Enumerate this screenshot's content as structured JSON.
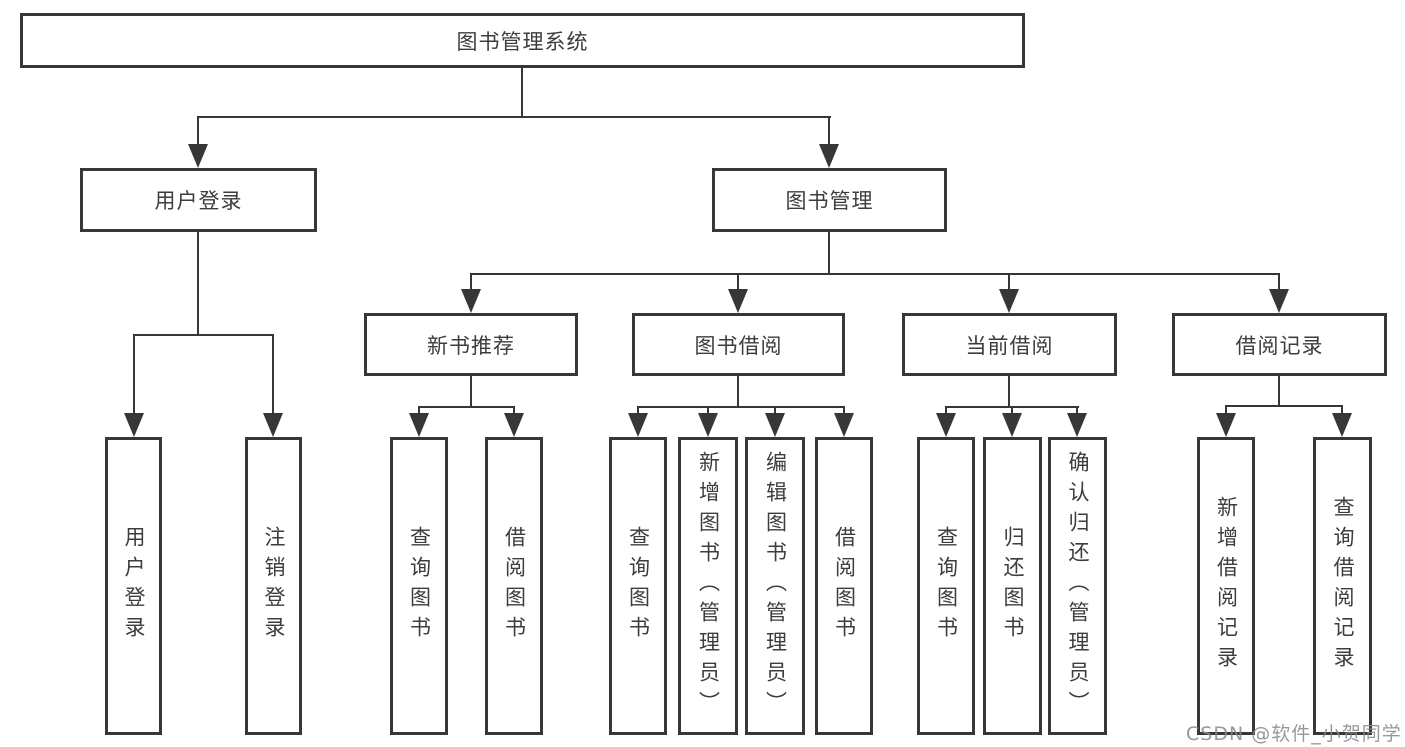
{
  "diagram": {
    "title": "图书管理系统",
    "branches": [
      {
        "label": "用户登录",
        "children": [
          "用户登录",
          "注销登录"
        ]
      },
      {
        "label": "图书管理",
        "sections": [
          {
            "label": "新书推荐",
            "children": [
              "查询图书",
              "借阅图书"
            ]
          },
          {
            "label": "图书借阅",
            "children": [
              "查询图书",
              "新增图书（管理员）",
              "编辑图书（管理员）",
              "借阅图书"
            ]
          },
          {
            "label": "当前借阅",
            "children": [
              "查询图书",
              "归还图书",
              "确认归还（管理员）"
            ]
          },
          {
            "label": "借阅记录",
            "children": [
              "新增借阅记录",
              "查询借阅记录"
            ]
          }
        ]
      }
    ],
    "watermark": "CSDN @软件_小贺同学",
    "colors": {
      "line": "#373737",
      "text": "#3d3d3d",
      "watermark": "#8a8a8e",
      "background": "#ffffff"
    }
  }
}
